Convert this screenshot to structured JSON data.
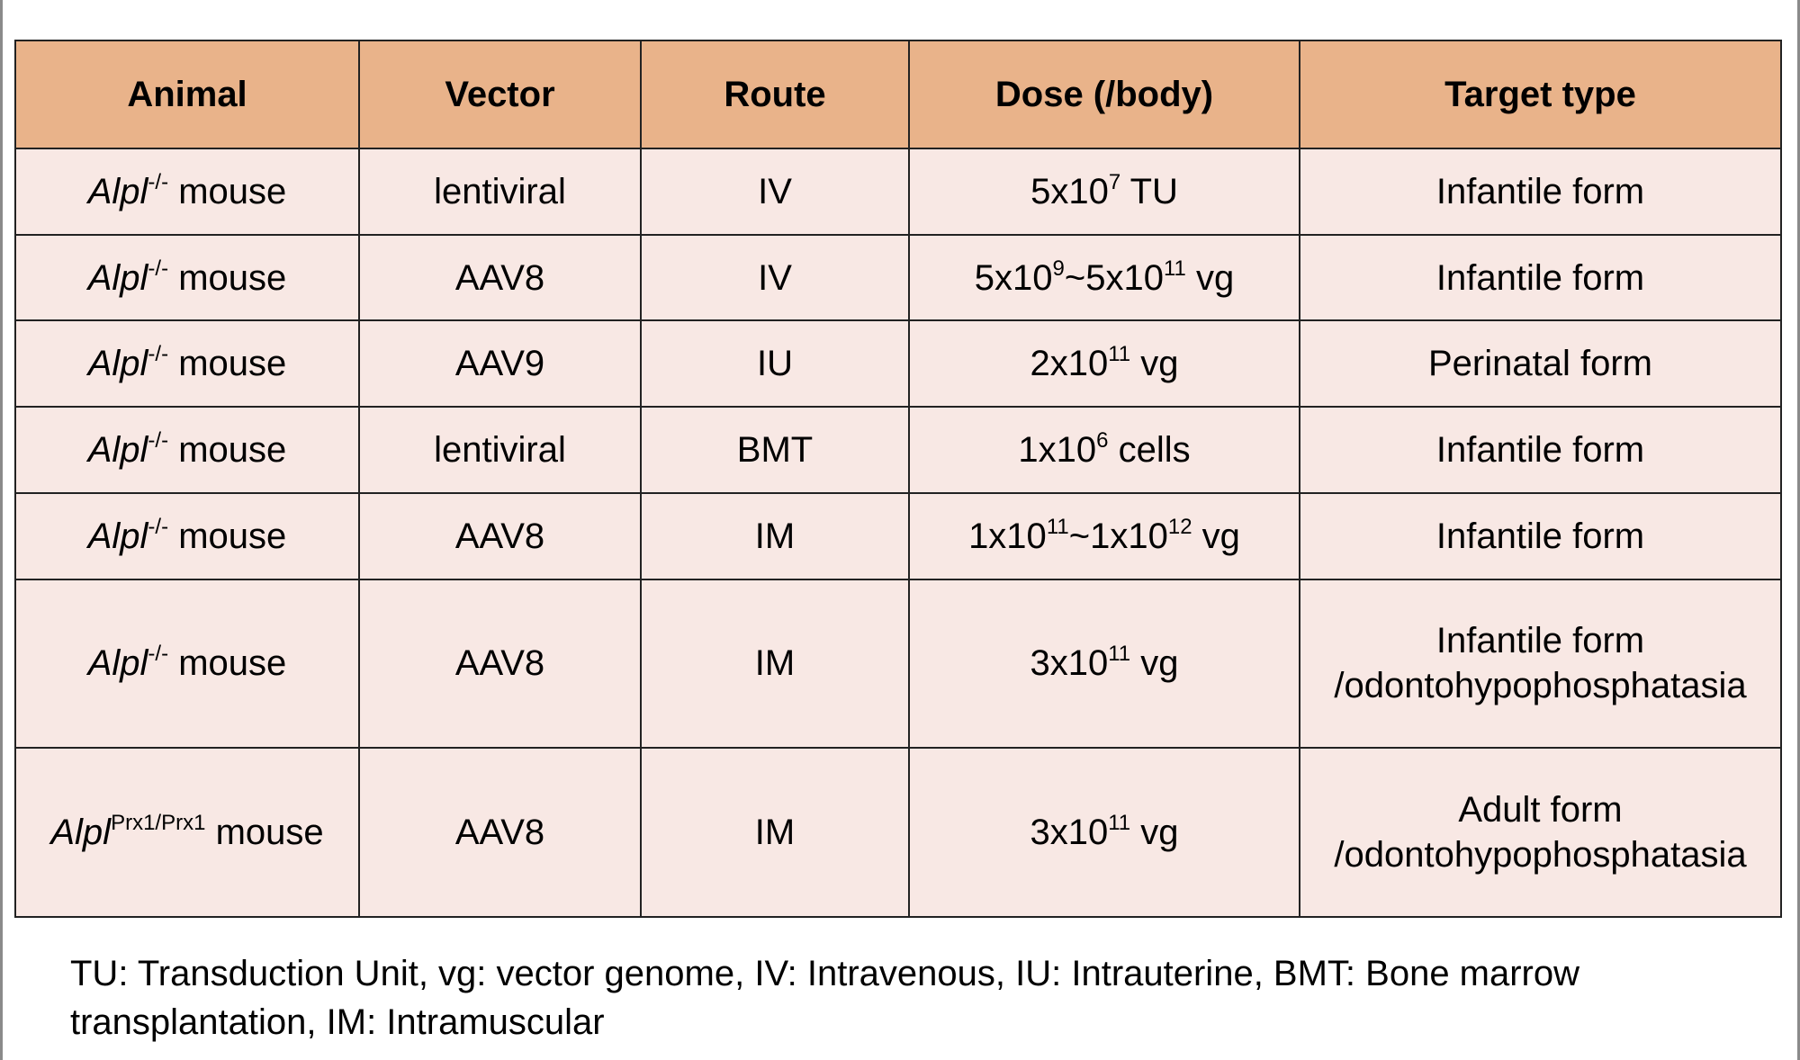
{
  "table": {
    "headers": [
      "Animal",
      "Vector",
      "Route",
      "Dose (/body)",
      "Target type"
    ],
    "rows": [
      {
        "animal": {
          "gene": "Alpl",
          "genotype": "-/-",
          "species": "mouse"
        },
        "vector": "lentiviral",
        "route": "IV",
        "dose": {
          "a_base": "5x10",
          "a_exp": "7",
          "range": false,
          "unit": "TU"
        },
        "target": [
          "Infantile form"
        ]
      },
      {
        "animal": {
          "gene": "Alpl",
          "genotype": "-/-",
          "species": "mouse"
        },
        "vector": "AAV8",
        "route": "IV",
        "dose": {
          "a_base": "5x10",
          "a_exp": "9",
          "range": true,
          "b_base": "5x10",
          "b_exp": "11",
          "unit": "vg"
        },
        "target": [
          "Infantile form"
        ]
      },
      {
        "animal": {
          "gene": "Alpl",
          "genotype": "-/-",
          "species": "mouse"
        },
        "vector": "AAV9",
        "route": "IU",
        "dose": {
          "a_base": "2x10",
          "a_exp": "11",
          "range": false,
          "unit": "vg"
        },
        "target": [
          "Perinatal form"
        ]
      },
      {
        "animal": {
          "gene": "Alpl",
          "genotype": "-/-",
          "species": "mouse"
        },
        "vector": "lentiviral",
        "route": "BMT",
        "dose": {
          "a_base": "1x10",
          "a_exp": "6",
          "range": false,
          "unit": "cells"
        },
        "target": [
          "Infantile form"
        ]
      },
      {
        "animal": {
          "gene": "Alpl",
          "genotype": "-/-",
          "species": "mouse"
        },
        "vector": "AAV8",
        "route": "IM",
        "dose": {
          "a_base": "1x10",
          "a_exp": "11",
          "range": true,
          "b_base": "1x10",
          "b_exp": "12",
          "unit": "vg"
        },
        "target": [
          "Infantile form"
        ]
      },
      {
        "animal": {
          "gene": "Alpl",
          "genotype": "-/-",
          "species": "mouse"
        },
        "vector": "AAV8",
        "route": "IM",
        "dose": {
          "a_base": "3x10",
          "a_exp": "11",
          "range": false,
          "unit": "vg"
        },
        "target": [
          "Infantile form",
          "/odontohypophosphatasia"
        ]
      },
      {
        "animal": {
          "gene": "Alpl",
          "genotype": "Prx1/Prx1",
          "species": "mouse"
        },
        "vector": "AAV8",
        "route": "IM",
        "dose": {
          "a_base": "3x10",
          "a_exp": "11",
          "range": false,
          "unit": "vg"
        },
        "target": [
          "Adult form",
          "/odontohypophosphatasia"
        ]
      }
    ]
  },
  "footnote": {
    "line1": "TU: Transduction Unit, vg: vector genome, IV: Intravenous, IU: Intrauterine, BMT: Bone marrow",
    "line2": "transplantation, IM: Intramuscular"
  }
}
